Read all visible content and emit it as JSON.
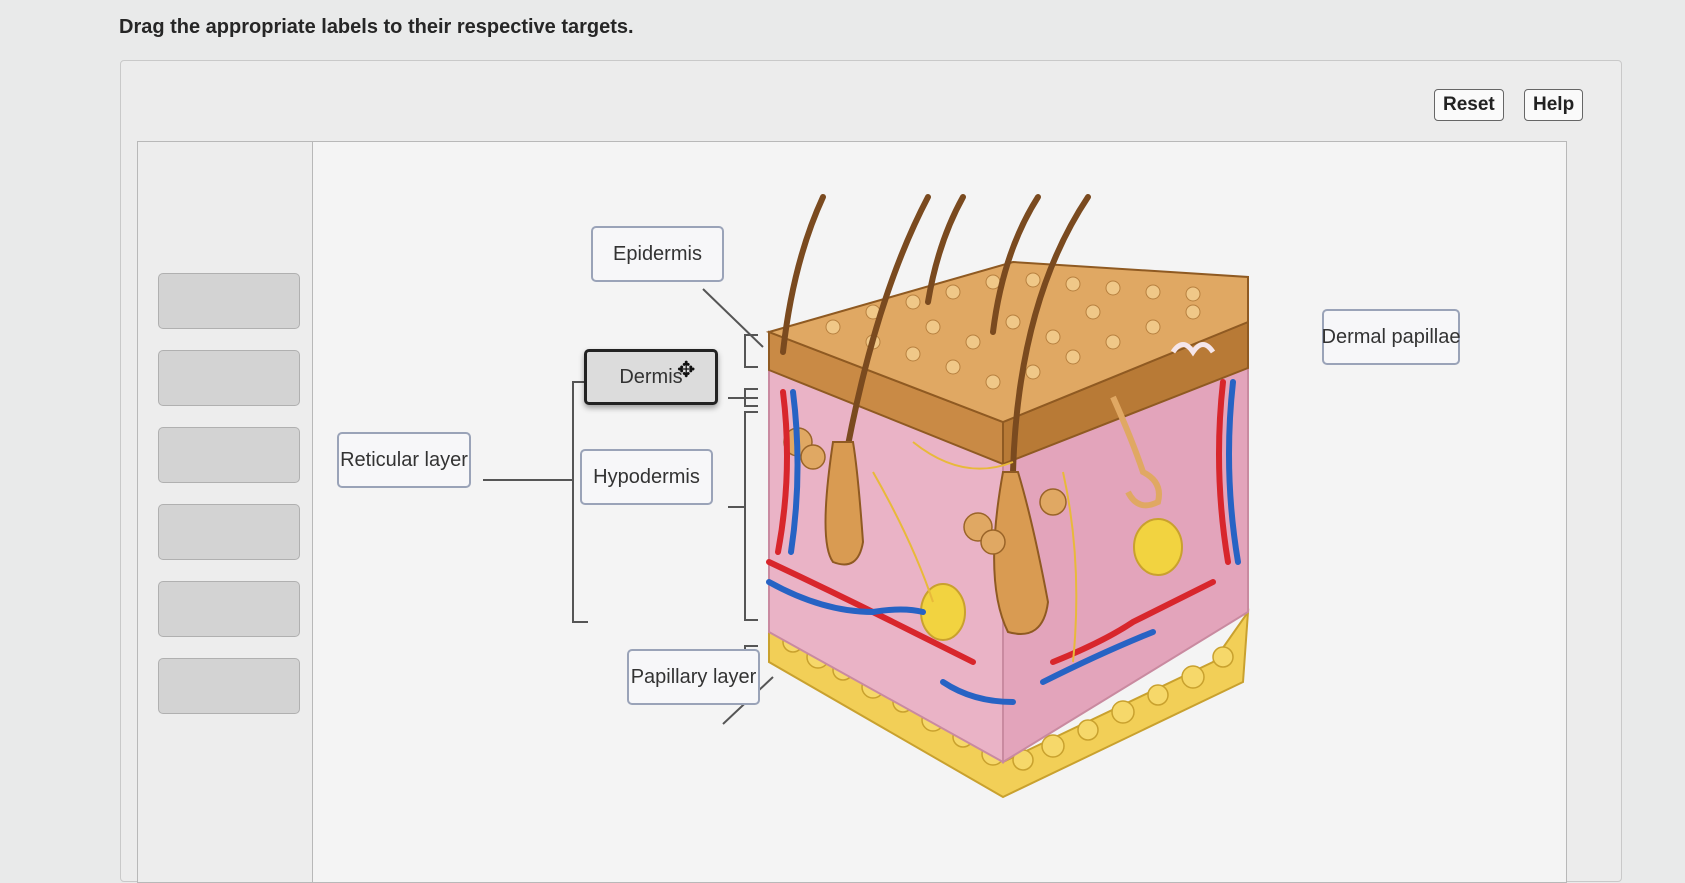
{
  "instruction": "Drag the appropriate labels to their respective targets.",
  "toolbar": {
    "reset_label": "Reset",
    "help_label": "Help"
  },
  "label_bank": {
    "target_count": 6
  },
  "labels": {
    "epidermis": "Epidermis",
    "dermis": "Dermis",
    "hypodermis": "Hypodermis",
    "reticular_layer": "Reticular layer",
    "papillary_layer": "Papillary layer",
    "dermal_papillae": "Dermal papillae"
  },
  "colors": {
    "skin_surface": "#c98a45",
    "dermis_pink": "#eab3c6",
    "fat_yellow": "#f2cf57",
    "artery_red": "#d8262c",
    "vein_blue": "#2763c4",
    "hair_brown": "#7a4a1f"
  },
  "icons": {
    "drag_cursor": "move-cursor-icon"
  }
}
